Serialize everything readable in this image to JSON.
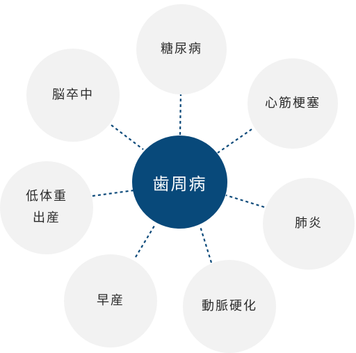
{
  "center": {
    "label": "歯周病",
    "color": "#08497a"
  },
  "diseases": [
    {
      "id": "diabetes",
      "label": "糖尿病"
    },
    {
      "id": "myocardial-infarction",
      "label": "心筋梗塞"
    },
    {
      "id": "pneumonia",
      "label": "肺炎"
    },
    {
      "id": "arteriosclerosis",
      "label": "動脈硬化"
    },
    {
      "id": "premature-birth",
      "label": "早産"
    },
    {
      "id": "low-birth-weight",
      "label": "低体重\n出産"
    },
    {
      "id": "stroke",
      "label": "脳卒中"
    }
  ],
  "colors": {
    "outer_circle": "#f2f2f2",
    "connector": "#0d4a7a"
  }
}
